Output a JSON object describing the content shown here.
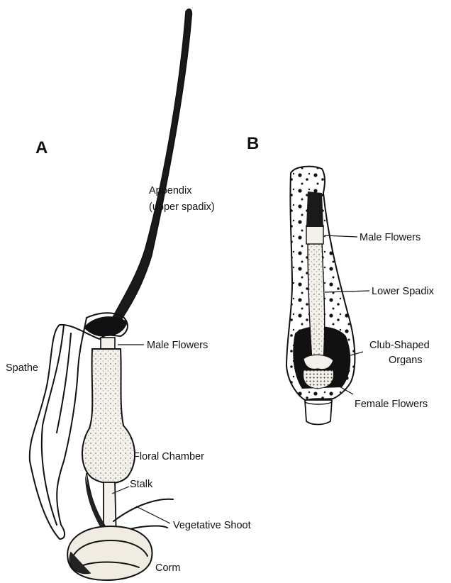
{
  "panels": {
    "a": "A",
    "b": "B"
  },
  "labels_a": {
    "appendix_line1": "Appendix",
    "appendix_line2": "(upper spadix)",
    "spathe": "Spathe",
    "male_flowers": "Male Flowers",
    "floral_chamber": "Floral Chamber",
    "stalk": "Stalk",
    "vegetative_shoot": "Vegetative Shoot",
    "corm": "Corm"
  },
  "labels_b": {
    "male_flowers": "Male Flowers",
    "lower_spadix": "Lower Spadix",
    "club_line1": "Club-Shaped",
    "club_line2": "Organs",
    "female_flowers": "Female Flowers"
  },
  "colors": {
    "ink": "#111111",
    "paper": "#ffffff",
    "shading": "#e9e4d8"
  }
}
